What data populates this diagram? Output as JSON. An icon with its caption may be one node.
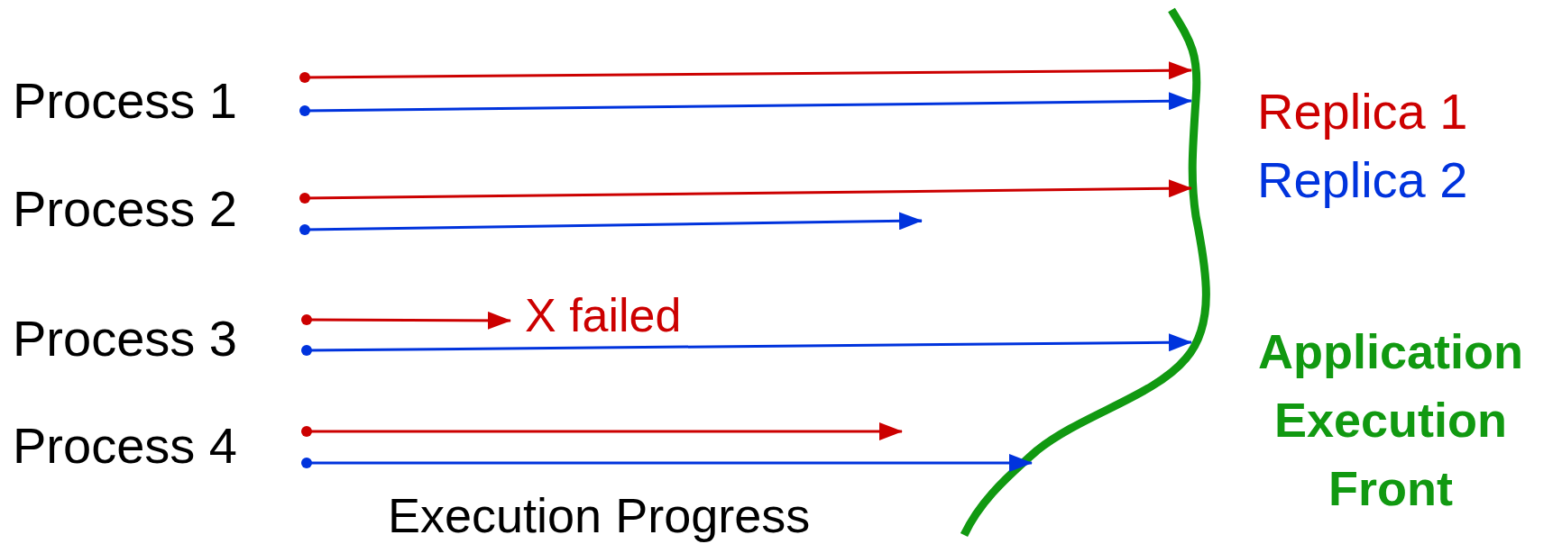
{
  "diagram": {
    "nodes": [
      {
        "text": [
          "Process 1"
        ]
      },
      {
        "text": [
          "Process 2"
        ]
      },
      {
        "text": [
          "Process 3"
        ]
      },
      {
        "text": [
          "Process 4"
        ]
      }
    ],
    "edges": [
      {
        "from": 0,
        "to": null,
        "arrow": "to",
        "color": "#cc0000"
      },
      {
        "from": 0,
        "to": null,
        "arrow": "to",
        "color": "#0033dd"
      },
      {
        "from": 1,
        "to": null,
        "arrow": "to",
        "color": "#cc0000"
      },
      {
        "from": 1,
        "to": null,
        "arrow": "to",
        "color": "#0033dd"
      },
      {
        "from": 2,
        "to": null,
        "arrow": "to",
        "color": "#cc0000",
        "label": "X failed"
      },
      {
        "from": 2,
        "to": null,
        "arrow": "to",
        "color": "#0033dd"
      },
      {
        "from": 3,
        "to": null,
        "arrow": "to",
        "color": "#cc0000"
      },
      {
        "from": 3,
        "to": null,
        "arrow": "to",
        "color": "#0033dd"
      }
    ],
    "labels": [
      "Application Execution Front",
      "Execution Progress"
    ],
    "legend": [
      {
        "text": "Replica 1",
        "color": "#cc0000"
      },
      {
        "text": "Replica 2",
        "color": "#0033dd"
      }
    ]
  }
}
